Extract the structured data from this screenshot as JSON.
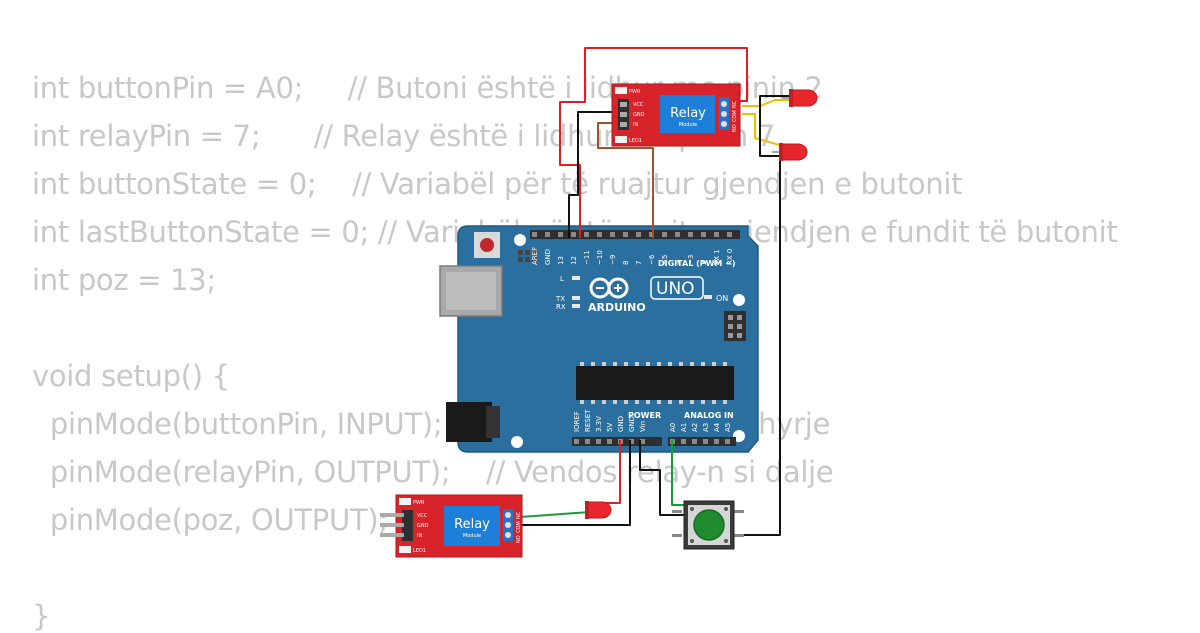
{
  "code_lines": [
    "int buttonPin = A0;     // Butoni është i lidhur me pinin 2",
    "int relayPin = 7;      // Relay është i lidhur me pinin 7",
    "int buttonState = 0;    // Variabël për të ruajtur gjendjen e butonit",
    "int lastButtonState = 0; // Variabël për të ruajtur gjendjen e fundit të butonit",
    "int poz = 13;",
    "",
    "void setup() {",
    "  pinMode(buttonPin, INPUT);   // Vendos butonin si hyrje",
    "  pinMode(relayPin, OUTPUT);    // Vendos relay-n si dalje",
    "  pinMode(poz, OUTPUT);",
    "",
    "}"
  ],
  "arduino": {
    "brand": "ARDUINO",
    "model": "UNO",
    "digital_label": "DIGITAL (PWM ~)",
    "power_label": "POWER",
    "analog_label": "ANALOG IN",
    "on_label": "ON",
    "l_label": "L",
    "tx_label": "TX",
    "rx_label": "RX",
    "digital_pins": [
      "AREF",
      "GND",
      "13",
      "12",
      "~11",
      "~10",
      "~9",
      "8",
      "7",
      "~6",
      "~5",
      "4",
      "~3",
      "2",
      "TX 1",
      "RX 0"
    ],
    "power_pins": [
      "IOREF",
      "RESET",
      "3.3V",
      "5V",
      "GND",
      "GND",
      "Vin"
    ],
    "analog_pins": [
      "A0",
      "A1",
      "A2",
      "A3",
      "A4",
      "A5"
    ]
  },
  "relay_top": {
    "title": "Relay",
    "subtitle": "Module",
    "pins": [
      "VCC",
      "GND",
      "IN"
    ],
    "leds": [
      "PWR",
      "LED1"
    ],
    "terminals": [
      "NO",
      "COM",
      "NC"
    ]
  },
  "relay_bottom": {
    "title": "Relay",
    "subtitle": "Module",
    "pins": [
      "VCC",
      "GND",
      "IN"
    ],
    "leds": [
      "PWR",
      "LED1"
    ],
    "terminals": [
      "NO",
      "COM",
      "NC"
    ]
  },
  "colors": {
    "board": "#2b6f9e",
    "relay_board": "#d8232a",
    "relay_block": "#1e7fd8",
    "led": "#e8262b",
    "button_cap": "#1f8a2e",
    "wire_red": "#e02020",
    "wire_black": "#111111",
    "wire_brown": "#a0522d",
    "wire_green": "#1c9a3a",
    "wire_yellow": "#f0c000",
    "code_text": "#c8c8c8"
  }
}
